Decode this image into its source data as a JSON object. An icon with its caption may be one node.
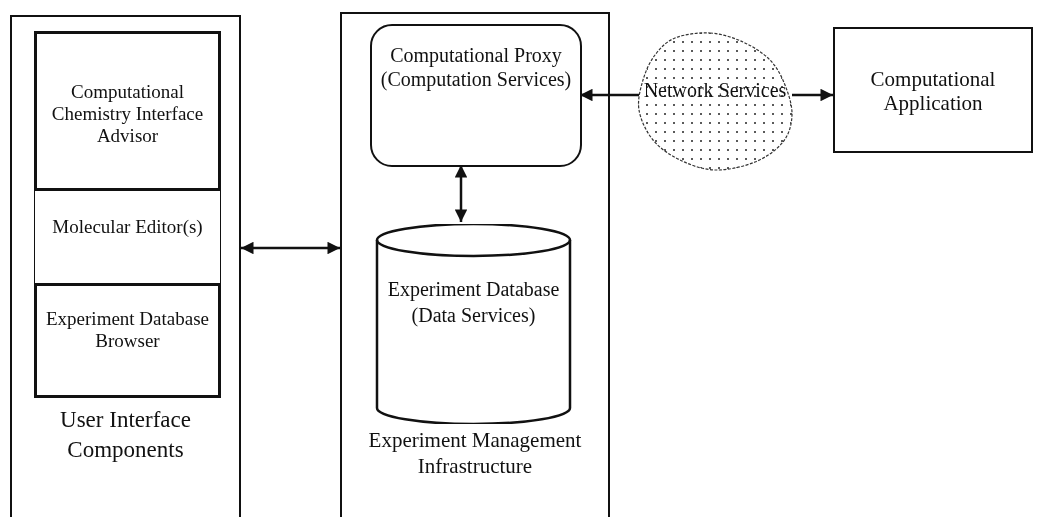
{
  "diagram": {
    "nodes": [
      {
        "text": [
          "User Interface Components"
        ]
      },
      {
        "text": [
          "Computational Chemistry Interface Advisor"
        ],
        "in": 0
      },
      {
        "text": [
          "Molecular Editor(s)"
        ],
        "in": 0
      },
      {
        "text": [
          "Experiment Database Browser"
        ],
        "in": 0
      },
      {
        "text": [
          "Experiment Management Infrastructure"
        ]
      },
      {
        "text": [
          "Computational Proxy (Computation Services)"
        ],
        "in": 4
      },
      {
        "text": [
          "Experiment Database (Data Services)"
        ],
        "in": 4
      },
      {
        "text": [
          "Network Services"
        ]
      },
      {
        "text": [
          "Computational Application"
        ]
      }
    ],
    "edges": [
      {
        "from": 0,
        "to": 4,
        "arrow": "both"
      },
      {
        "from": 5,
        "to": 6,
        "arrow": "both"
      },
      {
        "from": 7,
        "to": 5,
        "arrow": "to"
      },
      {
        "from": 7,
        "to": 8,
        "arrow": "to"
      }
    ]
  }
}
